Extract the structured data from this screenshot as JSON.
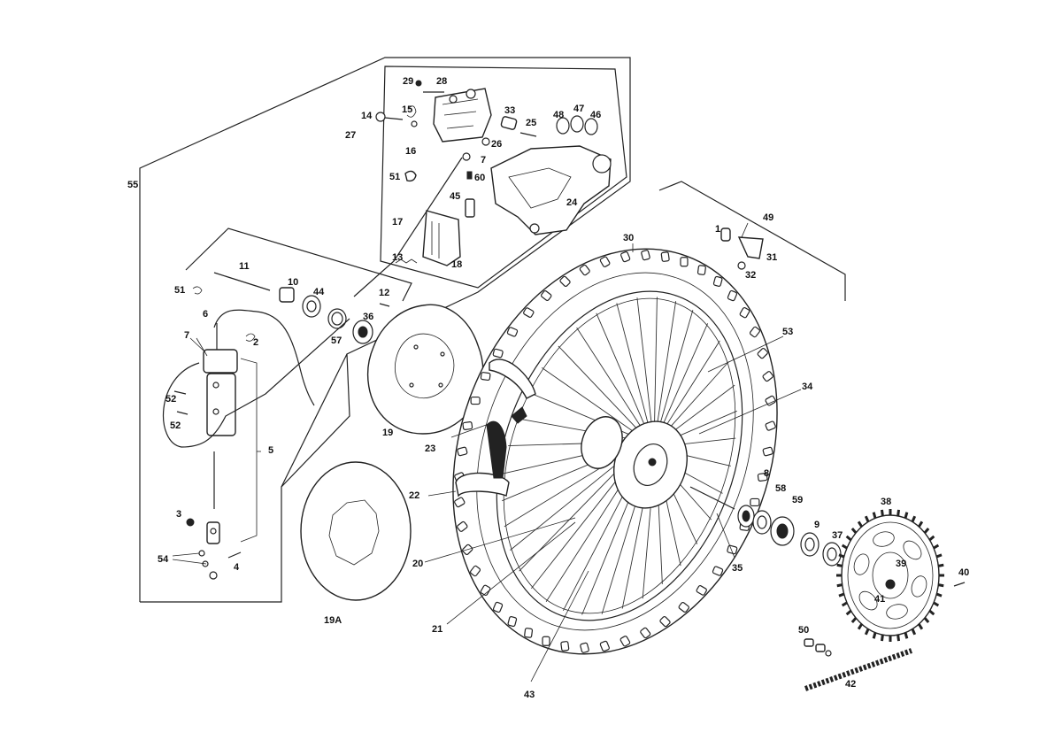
{
  "diagram": {
    "labels": {
      "l1": "1",
      "l2": "2",
      "l3": "3",
      "l4": "4",
      "l5": "5",
      "l6": "6",
      "l7a": "7",
      "l7b": "7",
      "l8": "8",
      "l9": "9",
      "l10": "10",
      "l11": "11",
      "l12": "12",
      "l13": "13",
      "l14": "14",
      "l15": "15",
      "l16": "16",
      "l17": "17",
      "l18": "18",
      "l19": "19",
      "l19a": "19A",
      "l20": "20",
      "l21": "21",
      "l22": "22",
      "l23": "23",
      "l24": "24",
      "l25": "25",
      "l26": "26",
      "l27": "27",
      "l28": "28",
      "l29": "29",
      "l30": "30",
      "l31": "31",
      "l32": "32",
      "l33": "33",
      "l34": "34",
      "l35": "35",
      "l36": "36",
      "l37": "37",
      "l38": "38",
      "l39": "39",
      "l40": "40",
      "l41": "41",
      "l42": "42",
      "l43": "43",
      "l44": "44",
      "l45": "45",
      "l46": "46",
      "l47": "47",
      "l48": "48",
      "l49": "49",
      "l50": "50",
      "l51a": "51",
      "l51b": "51",
      "l52a": "52",
      "l52b": "52",
      "l53": "53",
      "l54": "54",
      "l55": "55",
      "l57": "57",
      "l58": "58",
      "l59": "59",
      "l60": "60"
    }
  }
}
